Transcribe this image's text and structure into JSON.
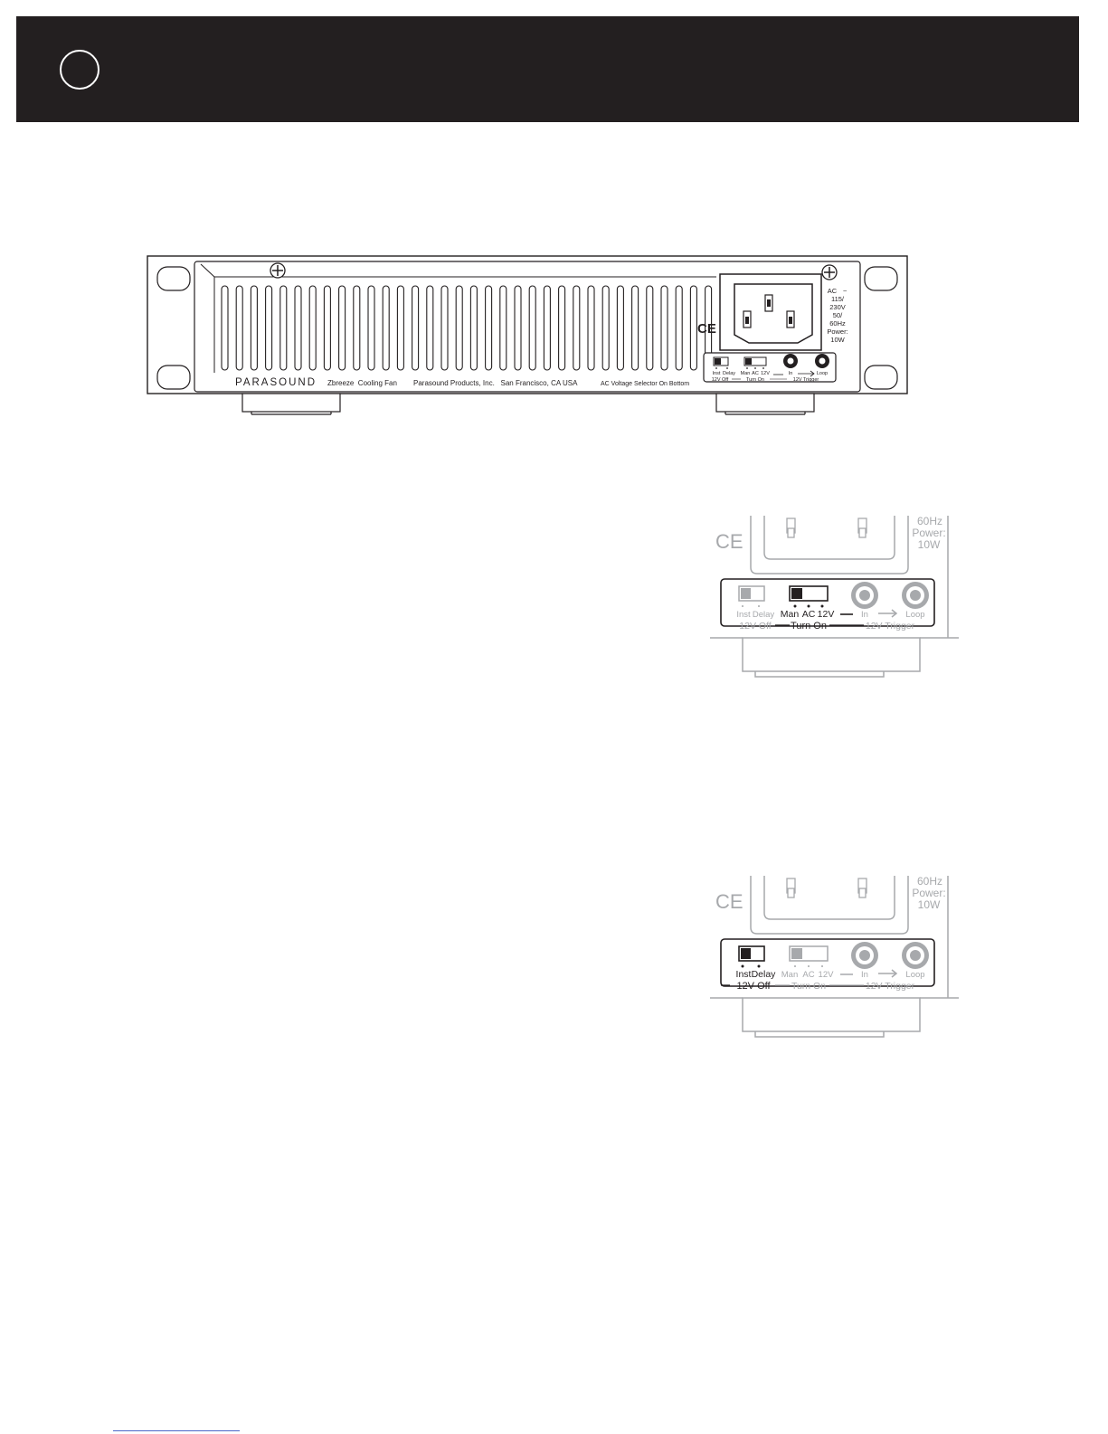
{
  "rear_panel": {
    "brand": "PARASOUND",
    "model": "Zbreeze  Cooling Fan",
    "maker": "Parasound Products, Inc.   San Francisco, CA USA",
    "voltage_note": "AC Voltage Selector On Bottom",
    "ac_label": "AC",
    "voltage_1": "115/",
    "voltage_2": "230V",
    "freq_1": "50/",
    "freq_2": "60Hz",
    "power_label": "Power:",
    "power_value": "10W",
    "ce_mark": "CE"
  },
  "controls": {
    "inst": "Inst",
    "delay": "Delay",
    "man": "Man",
    "ac": "AC",
    "v12": "12V",
    "in": "In",
    "loop": "Loop",
    "off_group": "12V Off",
    "on_group": "Turn On",
    "trigger_group": "12V Trigger",
    "freq": "60Hz",
    "power_label": "Power:",
    "power_value": "10W",
    "ce_mark": "CE"
  }
}
